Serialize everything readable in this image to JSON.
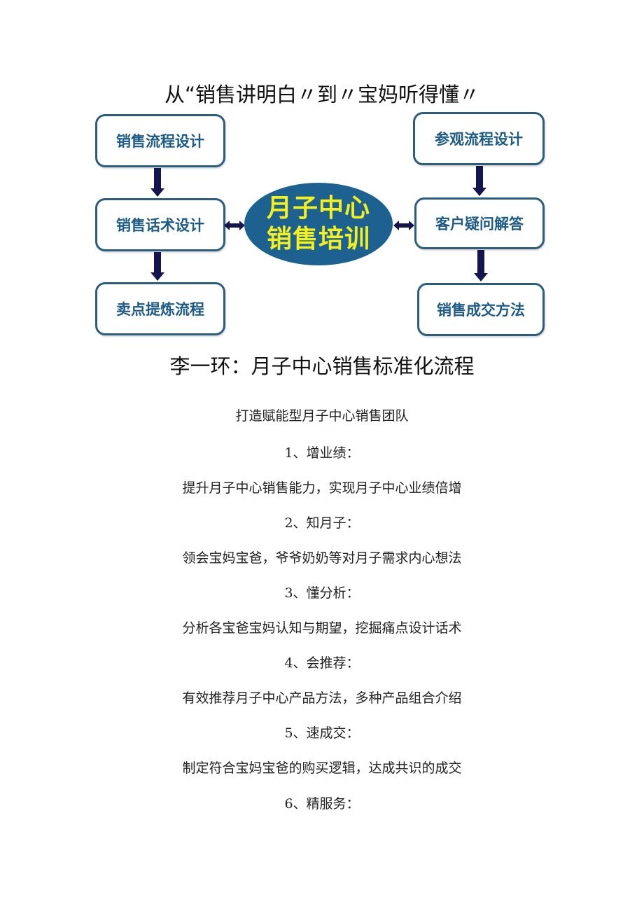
{
  "header": {
    "title": "从“销售讲明白〃到〃宝妈听得懂〃"
  },
  "diagram": {
    "center": {
      "line1": "月子中心",
      "line2": "销售培训",
      "fill_color": "#1d6190",
      "text_color": "#f4ef1f"
    },
    "left_column": [
      {
        "label": "销售流程设计"
      },
      {
        "label": "销售话术设计"
      },
      {
        "label": "卖点提炼流程"
      }
    ],
    "right_column": [
      {
        "label": "参观流程设计"
      },
      {
        "label": "客户疑问解答"
      },
      {
        "label": "销售成交方法"
      }
    ],
    "box_border_color": "#2b5e7e",
    "box_text_color": "#1d5b86",
    "arrow_color": "#14144e"
  },
  "subtitle": "李一环：月子中心销售标准化流程",
  "content": {
    "intro": "打造赋能型月子中心销售团队",
    "items": [
      {
        "heading": "1、增业绩：",
        "text": "提升月子中心销售能力，实现月子中心业绩倍增"
      },
      {
        "heading": "2、知月子：",
        "text": "领会宝妈宝爸，爷爷奶奶等对月子需求内心想法"
      },
      {
        "heading": "3、懂分析：",
        "text": "分析各宝爸宝妈认知与期望，挖掘痛点设计话术"
      },
      {
        "heading": "4、会推荐：",
        "text": "有效推荐月子中心产品方法，多种产品组合介绍"
      },
      {
        "heading": "5、速成交：",
        "text": "制定符合宝妈宝爸的购买逻辑，达成共识的成交"
      },
      {
        "heading": "6、精服务："
      }
    ]
  }
}
